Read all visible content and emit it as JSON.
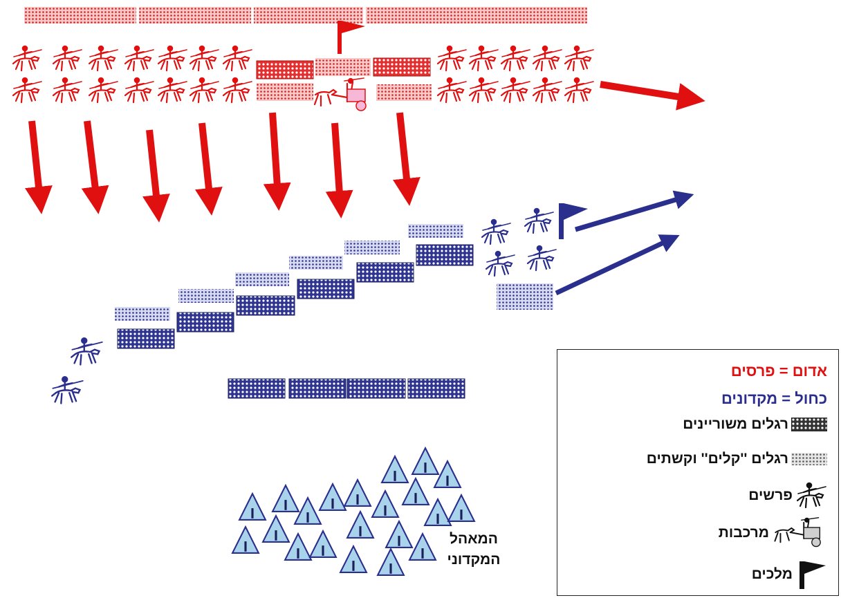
{
  "legend": {
    "persians": "אדום = פרסים",
    "macedonians": "כחול = מקדונים",
    "heavy_infantry": "רגלים משוריינים",
    "light_infantry": "רגלים ''קלים'' וקשתים",
    "cavalry": "פרשים",
    "chariots": "מרכבות",
    "kings": "מלכים"
  },
  "camp_label": {
    "line1": "המאהל",
    "line2": "המקדוני"
  },
  "colors": {
    "persian": "#e01010",
    "macedonian": "#2a2e8c",
    "camp_fill": "#a9d3ea"
  },
  "icons": [
    "horseman-icon",
    "chariot-icon",
    "flag-icon",
    "tent-icon",
    "arrow-icon"
  ]
}
